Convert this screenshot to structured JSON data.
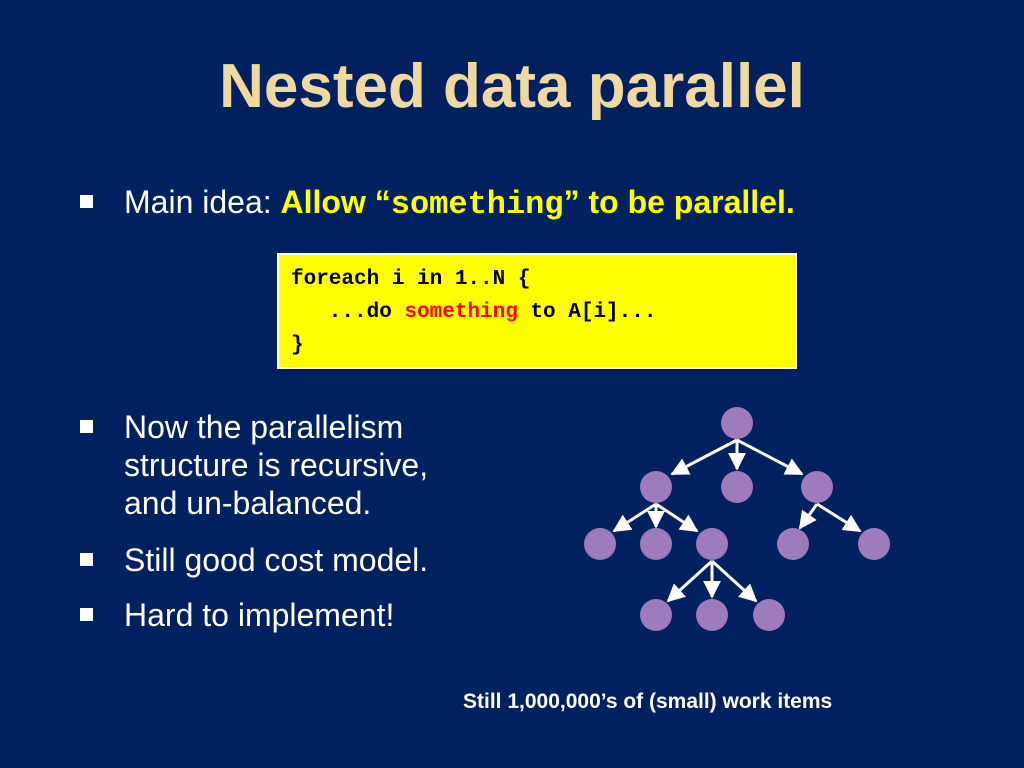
{
  "slide": {
    "title": "Nested data parallel",
    "bullet1": {
      "prefix": "Main idea: ",
      "hl_a": "Allow “",
      "hl_mono": "something",
      "hl_b": "” to be parallel."
    },
    "code": {
      "line1": "foreach i in 1..N {",
      "line2_a": "   ...do ",
      "line2_red": "something",
      "line2_b": " to A[i]...",
      "line3": "}"
    },
    "bullets": [
      {
        "lines": [
          "Now the parallelism",
          "structure is recursive,",
          "and un-balanced."
        ]
      },
      {
        "lines": [
          "Still good cost model."
        ]
      },
      {
        "lines": [
          "Hard to implement!"
        ]
      }
    ],
    "caption": "Still 1,000,000’s of (small) work items"
  },
  "colors": {
    "background": "#002060",
    "title": "#f0d9a0",
    "highlight": "#ffff00",
    "code_background": "#ffff00",
    "code_highlight": "#ff0000",
    "tree_node": "#9e7bbd",
    "tree_edge": "#ffffff"
  },
  "tree_nodes": [
    "root",
    "a",
    "b",
    "c",
    "a1",
    "a2",
    "a3",
    "c1",
    "c2",
    "a3x",
    "a3y",
    "a3z"
  ]
}
